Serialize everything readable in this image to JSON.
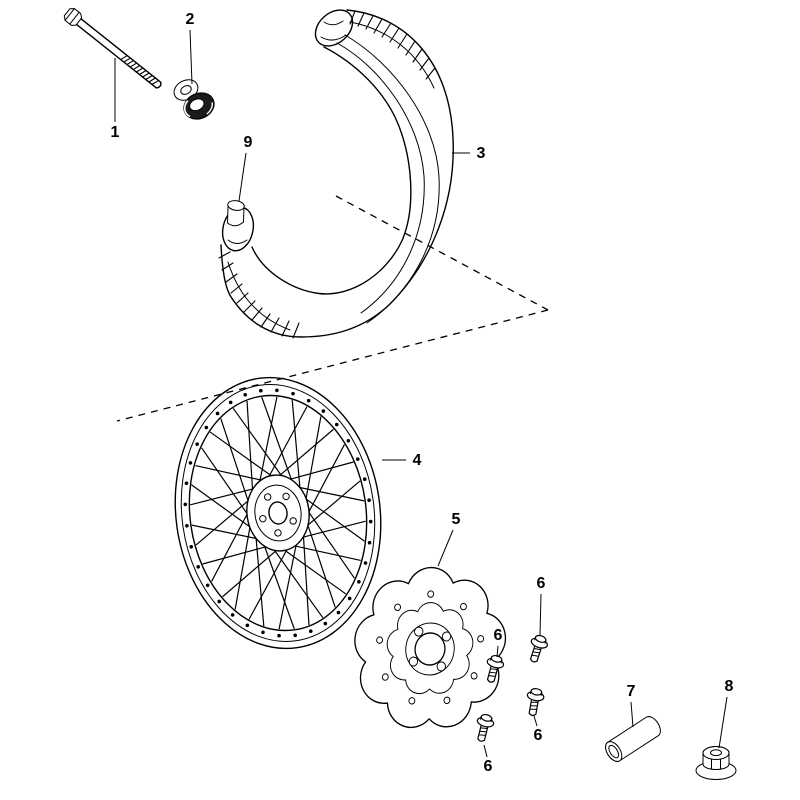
{
  "canvas": {
    "background": "#ffffff",
    "line_color": "#000000",
    "dark_part_fill": "#1b1b1b"
  },
  "labels": [
    {
      "text": "1"
    },
    {
      "text": "2"
    },
    {
      "text": "3"
    },
    {
      "text": "4"
    },
    {
      "text": "5"
    },
    {
      "text": "6"
    },
    {
      "text": "6"
    },
    {
      "text": "6"
    },
    {
      "text": "6"
    },
    {
      "text": "7"
    },
    {
      "text": "8"
    },
    {
      "text": "9"
    }
  ]
}
